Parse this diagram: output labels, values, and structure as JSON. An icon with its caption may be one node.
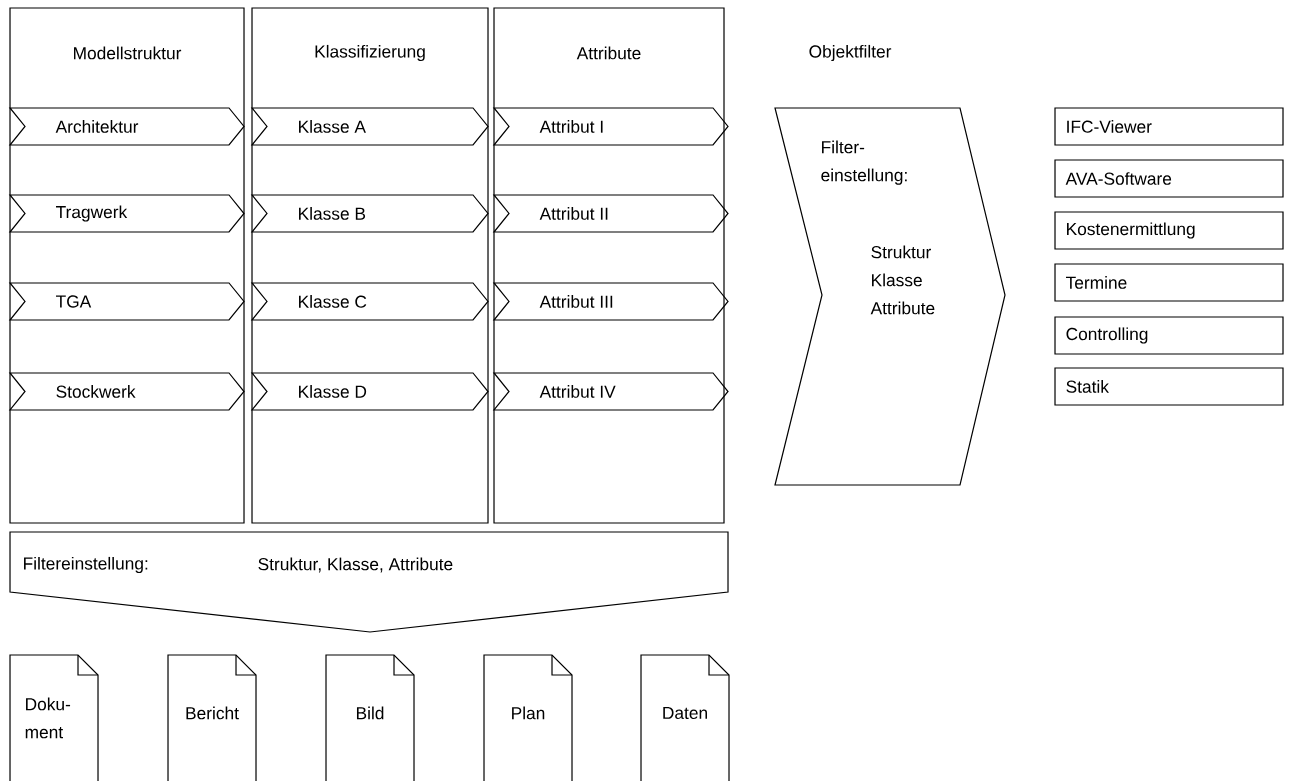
{
  "diagram": {
    "nodes": [
      {
        "text": [
          "Modellstruktur"
        ]
      },
      {
        "text": [
          "Architektur"
        ],
        "in": 0
      },
      {
        "text": [
          "Tragwerk"
        ],
        "in": 0
      },
      {
        "text": [
          "TGA"
        ],
        "in": 0
      },
      {
        "text": [
          "Stockwerk"
        ],
        "in": 0
      },
      {
        "text": [
          "Klassifizierung"
        ]
      },
      {
        "text": [
          "Klasse A"
        ],
        "in": 5
      },
      {
        "text": [
          "Klasse B"
        ],
        "in": 5
      },
      {
        "text": [
          "Klasse C"
        ],
        "in": 5
      },
      {
        "text": [
          "Klasse D"
        ],
        "in": 5
      },
      {
        "text": [
          "Attribute"
        ]
      },
      {
        "text": [
          "Attribut I"
        ],
        "in": 10
      },
      {
        "text": [
          "Attribut II"
        ],
        "in": 10
      },
      {
        "text": [
          "Attribut III"
        ],
        "in": 10
      },
      {
        "text": [
          "Attribut IV"
        ],
        "in": 10
      },
      {
        "text": [
          "Objektfilter",
          "Filter- einstellung:",
          "Struktur Klasse Attribute"
        ]
      },
      {
        "text": [
          "IFC-Viewer"
        ]
      },
      {
        "text": [
          "AVA-Software"
        ]
      },
      {
        "text": [
          "Kostenermittlung"
        ]
      },
      {
        "text": [
          "Termine"
        ]
      },
      {
        "text": [
          "Controlling"
        ]
      },
      {
        "text": [
          "Statik"
        ]
      },
      {
        "text": [
          "Filtereinstellung:",
          "Struktur, Klasse, Attribute"
        ]
      },
      {
        "text": [
          "Doku- ment"
        ]
      },
      {
        "text": [
          "Bericht"
        ]
      },
      {
        "text": [
          "Bild"
        ]
      },
      {
        "text": [
          "Plan"
        ]
      },
      {
        "text": [
          "Daten"
        ]
      }
    ]
  }
}
